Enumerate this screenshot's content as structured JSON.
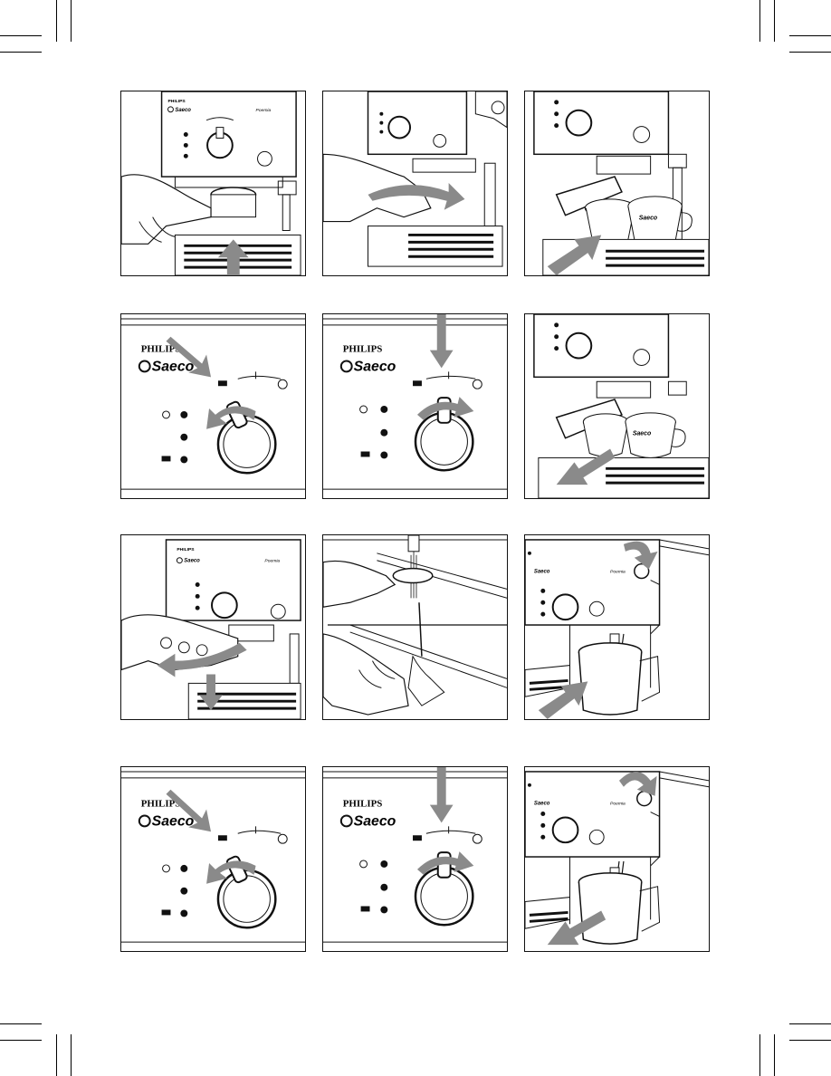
{
  "brand": {
    "philips": "PHILIPS",
    "saeco": "Saeco",
    "model": "Poemia"
  },
  "panels": [
    {
      "id": "1",
      "view": "insert-filter-holder"
    },
    {
      "id": "2",
      "view": "lock-filter-holder"
    },
    {
      "id": "3",
      "view": "place-cups"
    },
    {
      "id": "4",
      "view": "turn-knob-coffee"
    },
    {
      "id": "5",
      "view": "turn-knob-off"
    },
    {
      "id": "6",
      "view": "remove-cups"
    },
    {
      "id": "7",
      "view": "remove-filter-holder"
    },
    {
      "id": "8",
      "view": "rinse-filter"
    },
    {
      "id": "9",
      "view": "steam-jug-insert"
    },
    {
      "id": "10",
      "view": "turn-knob-steam"
    },
    {
      "id": "11",
      "view": "turn-knob-off-steam"
    },
    {
      "id": "12",
      "view": "steam-jug-remove"
    }
  ],
  "colors": {
    "line": "#111111",
    "arrow": "#8a8a8a",
    "panel_bg": "#ffffff"
  }
}
